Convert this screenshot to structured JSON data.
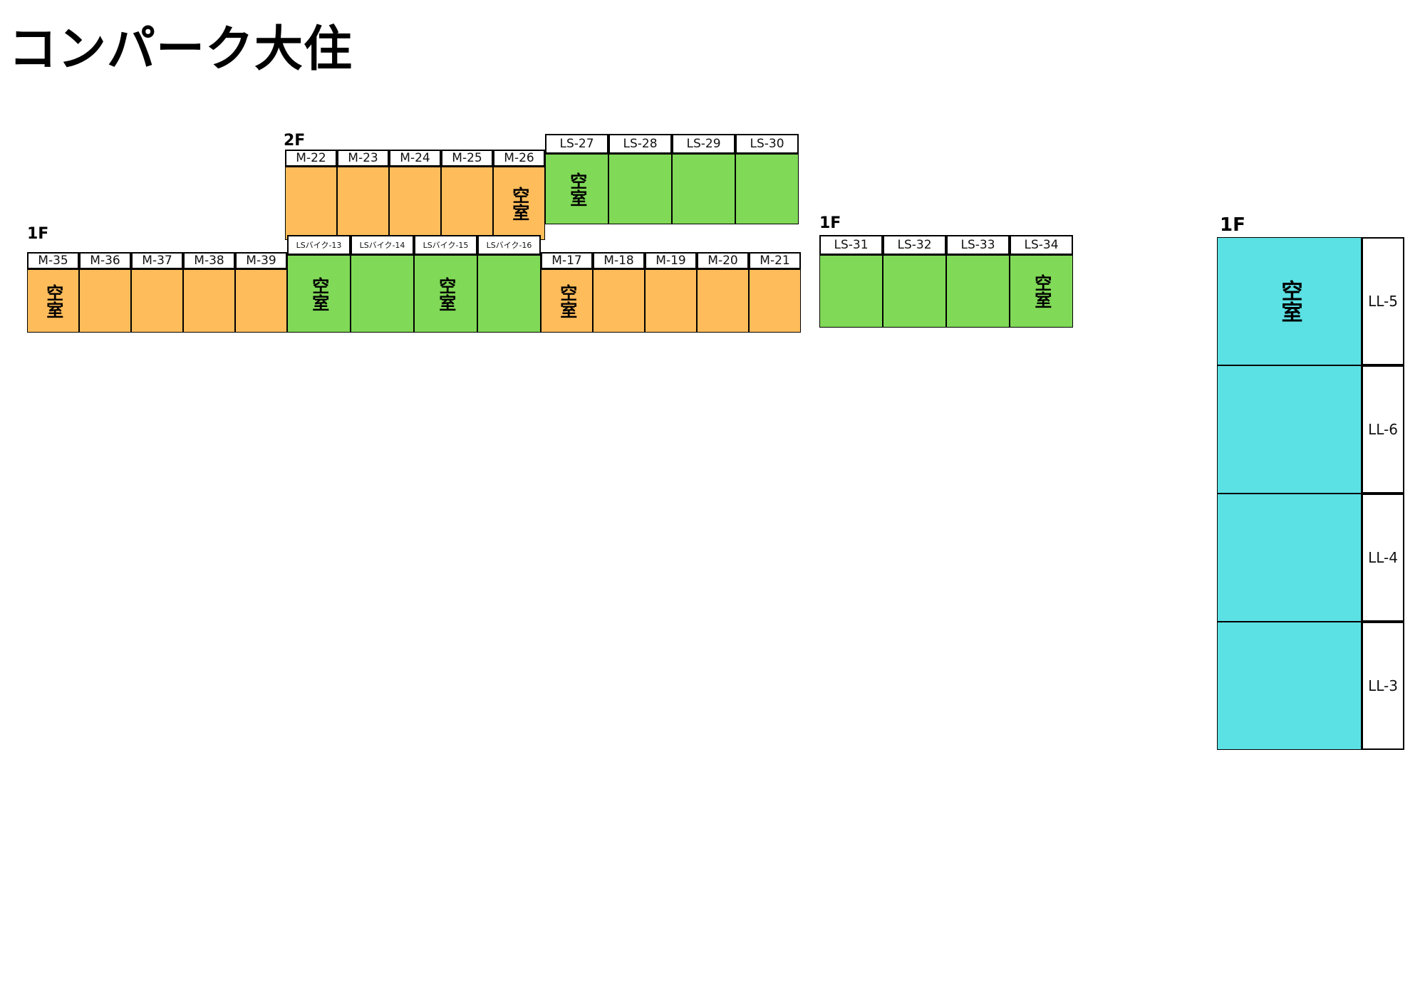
{
  "title": "コンパーク大住",
  "vacant": "空室",
  "colors": {
    "M": "#ffbc5a",
    "LS": "#80d957",
    "LL": "#5be1e4"
  },
  "upper_left": {
    "floor": "2F",
    "units": [
      {
        "label": "M-22",
        "vacant": false,
        "type": "M"
      },
      {
        "label": "M-23",
        "vacant": false,
        "type": "M"
      },
      {
        "label": "M-24",
        "vacant": false,
        "type": "M"
      },
      {
        "label": "M-25",
        "vacant": false,
        "type": "M"
      },
      {
        "label": "M-26",
        "vacant": true,
        "type": "M"
      },
      {
        "label": "LS-27",
        "vacant": true,
        "type": "LS"
      },
      {
        "label": "LS-28",
        "vacant": false,
        "type": "LS"
      },
      {
        "label": "LS-29",
        "vacant": false,
        "type": "LS"
      },
      {
        "label": "LS-30",
        "vacant": false,
        "type": "LS"
      }
    ]
  },
  "lower_left": {
    "floor": "1F",
    "units": [
      {
        "label": "M-35",
        "vacant": true,
        "type": "M"
      },
      {
        "label": "M-36",
        "vacant": false,
        "type": "M"
      },
      {
        "label": "M-37",
        "vacant": false,
        "type": "M"
      },
      {
        "label": "M-38",
        "vacant": false,
        "type": "M"
      },
      {
        "label": "M-39",
        "vacant": false,
        "type": "M"
      },
      {
        "label": "LSバイク-13",
        "vacant": true,
        "type": "LS"
      },
      {
        "label": "LSバイク-14",
        "vacant": false,
        "type": "LS"
      },
      {
        "label": "LSバイク-15",
        "vacant": true,
        "type": "LS"
      },
      {
        "label": "LSバイク-16",
        "vacant": false,
        "type": "LS"
      },
      {
        "label": "M-17",
        "vacant": true,
        "type": "M"
      },
      {
        "label": "M-18",
        "vacant": false,
        "type": "M"
      },
      {
        "label": "M-19",
        "vacant": false,
        "type": "M"
      },
      {
        "label": "M-20",
        "vacant": false,
        "type": "M"
      },
      {
        "label": "M-21",
        "vacant": false,
        "type": "M"
      }
    ]
  },
  "middle": {
    "floor": "1F",
    "units": [
      {
        "label": "LS-31",
        "vacant": false,
        "type": "LS"
      },
      {
        "label": "LS-32",
        "vacant": false,
        "type": "LS"
      },
      {
        "label": "LS-33",
        "vacant": false,
        "type": "LS"
      },
      {
        "label": "LS-34",
        "vacant": true,
        "type": "LS"
      }
    ]
  },
  "right": {
    "floor": "1F",
    "units": [
      {
        "label": "LL-5",
        "vacant": true,
        "type": "LL"
      },
      {
        "label": "LL-6",
        "vacant": false,
        "type": "LL"
      },
      {
        "label": "LL-4",
        "vacant": false,
        "type": "LL"
      },
      {
        "label": "LL-3",
        "vacant": false,
        "type": "LL"
      }
    ]
  }
}
